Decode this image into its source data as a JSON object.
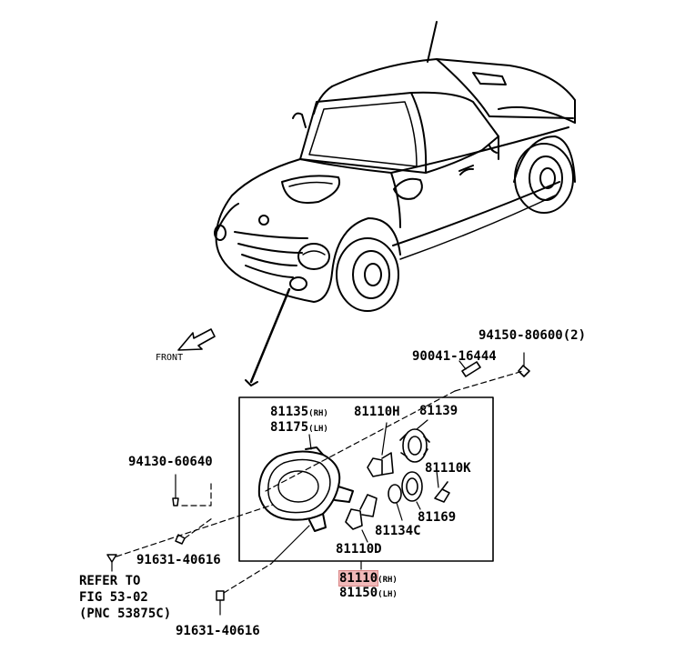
{
  "diagram": {
    "front_label": "FRONT",
    "callouts": {
      "p94150": "94150-80600(2)",
      "p90041": "90041-16444",
      "p81135": "81135",
      "p81135_sfx": "(RH)",
      "p81175": "81175",
      "p81175_sfx": "(LH)",
      "p81110h": "81110H",
      "p81139": "81139",
      "p94130": "94130-60640",
      "p81110k": "81110K",
      "p81169": "81169",
      "p81134c": "81134C",
      "p81110d": "81110D",
      "p91631_a": "91631-40616",
      "p81110": "81110",
      "p81110_sfx": "(RH)",
      "p81150": "81150",
      "p81150_sfx": "(LH)",
      "p91631_b": "91631-40616",
      "refer_1": "REFER TO",
      "refer_2": "FIG 53-02",
      "refer_3": "(PNC 53875C)"
    },
    "highlight_color": "#f1b9b9"
  }
}
